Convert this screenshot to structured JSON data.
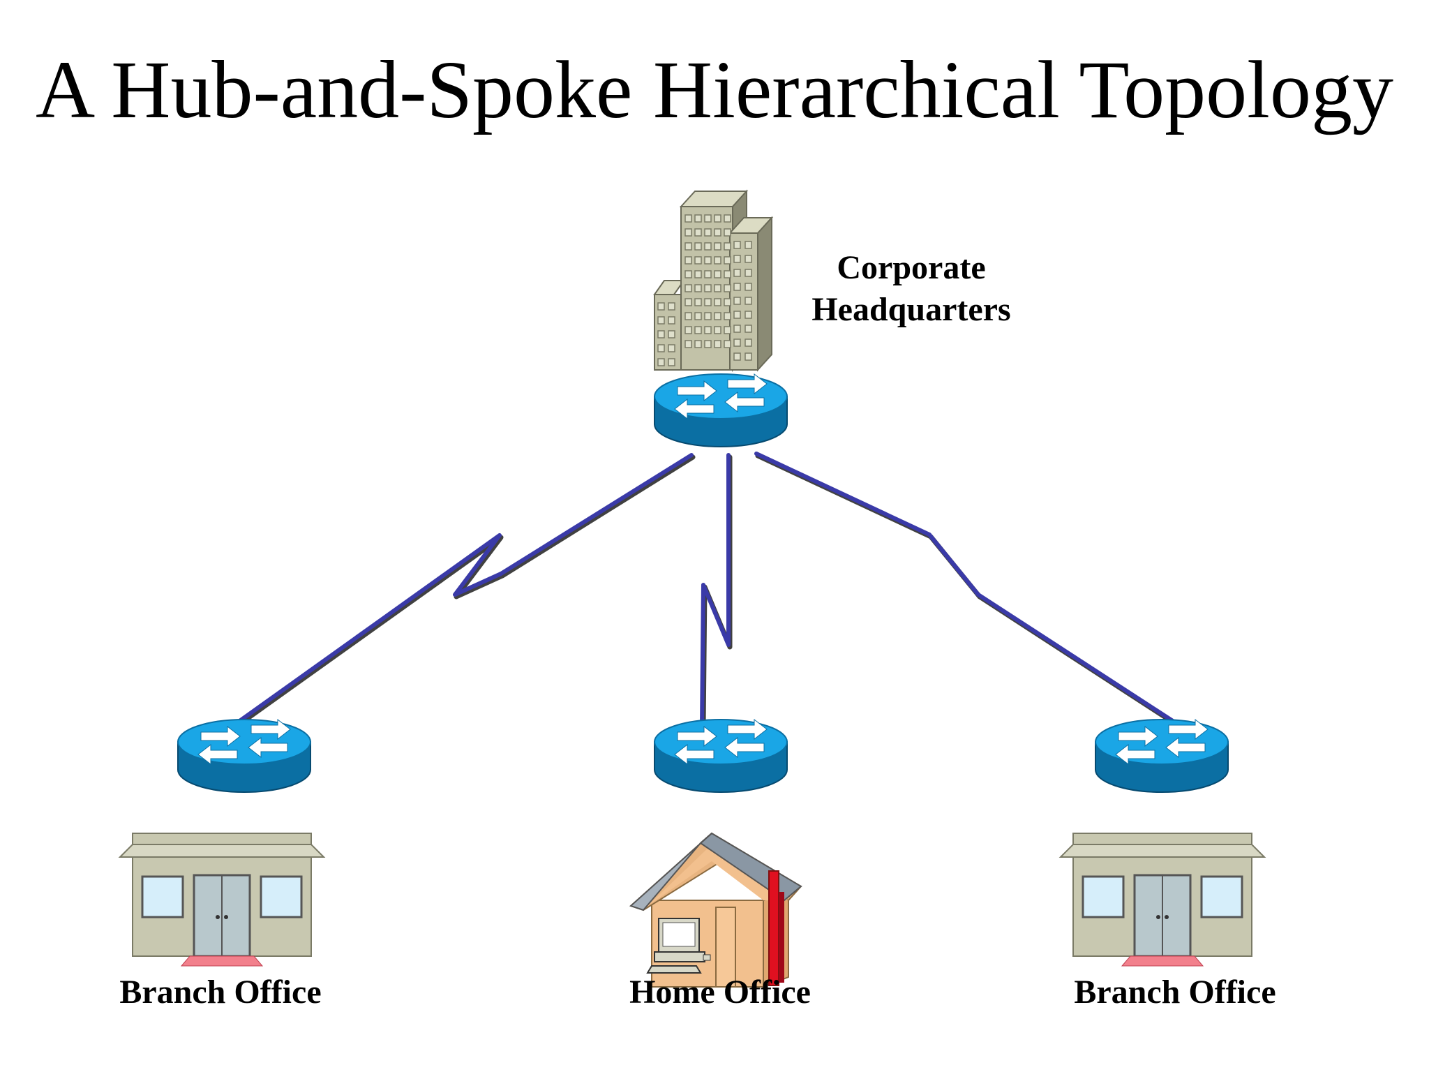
{
  "title": "A Hub-and-Spoke Hierarchical Topology",
  "nodes": {
    "hq": {
      "label_line1": "Corporate",
      "label_line2": "Headquarters"
    },
    "branch_left": {
      "label": "Branch Office"
    },
    "home": {
      "label": "Home Office"
    },
    "branch_right": {
      "label": "Branch Office"
    }
  },
  "colors": {
    "router_top": "#1aa6e6",
    "router_side": "#0b6fa3",
    "link": "#3a3aa8",
    "building": "#c2c2a8",
    "house_wall": "#f2c08e",
    "house_roof": "#8a97a4",
    "chimney": "#e01020"
  },
  "icons": [
    "building-icon",
    "router-icon",
    "storefront-icon",
    "house-icon"
  ]
}
